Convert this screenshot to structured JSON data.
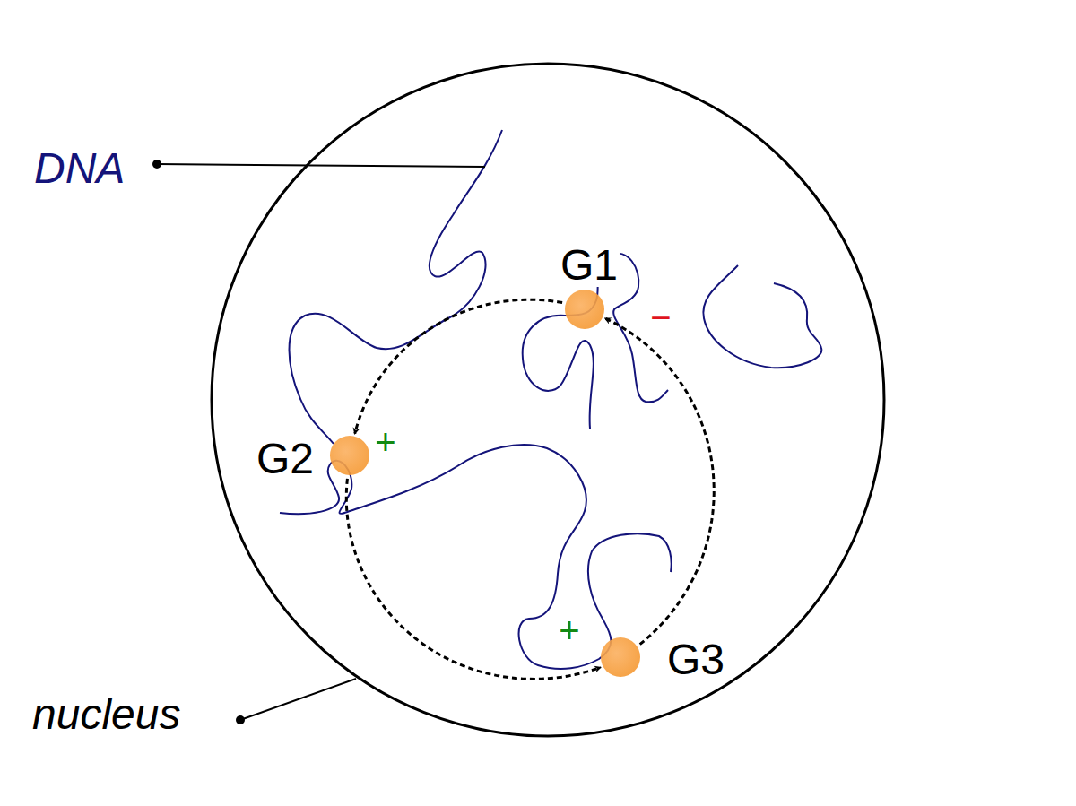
{
  "diagram": {
    "nodes": [
      {
        "text": [
          "G1",
          "−"
        ]
      },
      {
        "text": [
          "G2",
          "+"
        ]
      },
      {
        "text": [
          "G3",
          "+"
        ]
      }
    ],
    "edges": [
      {
        "from": 0,
        "to": 1,
        "arrow": "to"
      },
      {
        "from": 1,
        "to": 2,
        "arrow": "to"
      },
      {
        "from": 2,
        "to": 0,
        "arrow": "to"
      }
    ],
    "labels": [
      "DNA",
      "nucleus"
    ]
  }
}
